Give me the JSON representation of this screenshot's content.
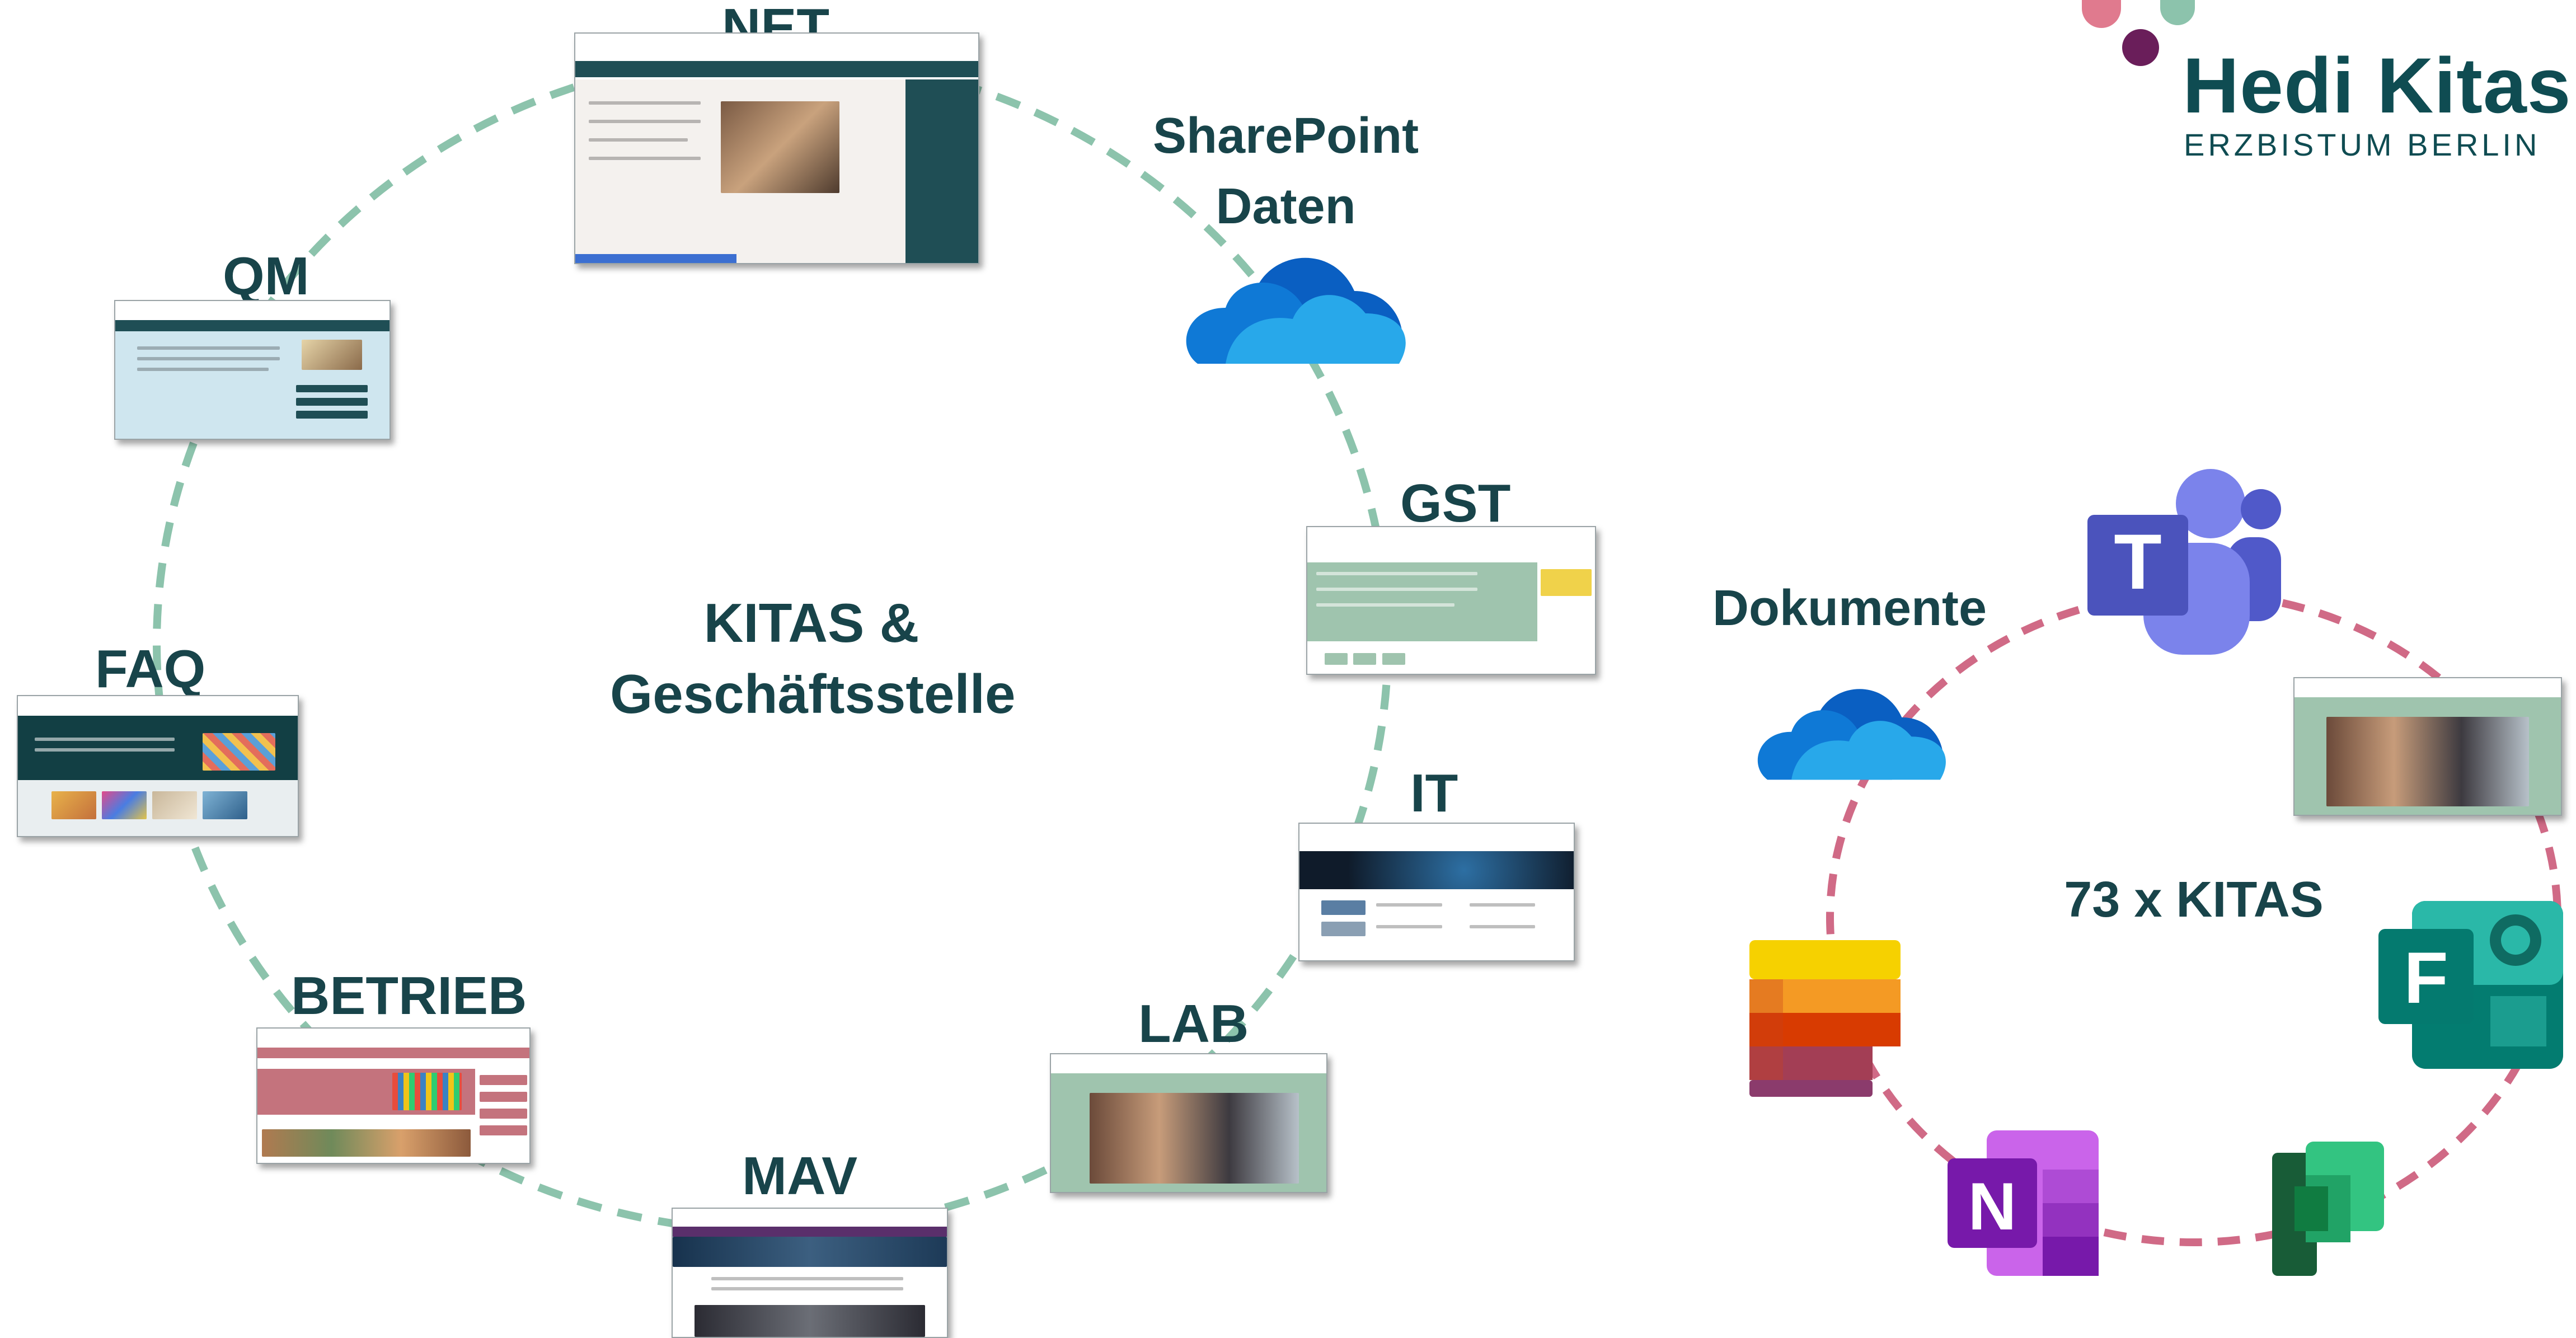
{
  "logo": {
    "title": "Hedi Kitas",
    "subtitle": "ERZBISTUM BERLIN",
    "dot_colors": [
      "#e07a8e",
      "#8cc3ac",
      "#6a1e5a"
    ]
  },
  "left_cycle": {
    "center_line1": "KITAS &",
    "center_line2": "Geschäftsstelle",
    "ring_color": "#8cc3ac",
    "sites": [
      {
        "label": "NET",
        "theme": "#1f4e55"
      },
      {
        "label": "QM",
        "theme": "#cfe6ef"
      },
      {
        "label": "FAQ",
        "theme": "#123f44"
      },
      {
        "label": "BETRIEB",
        "theme": "#c4737d"
      },
      {
        "label": "MAV",
        "theme": "#5a2f6b"
      },
      {
        "label": "LAB",
        "theme": "#9fc4ae"
      },
      {
        "label": "IT",
        "theme": "#0f1b2a"
      },
      {
        "label": "GST",
        "theme": "#9fc4ae"
      }
    ],
    "cloud_label_line1": "SharePoint",
    "cloud_label_line2": "Daten",
    "cloud_icon": "onedrive-cloud-icon"
  },
  "right_cycle": {
    "center_text": "73 x KITAS",
    "ring_color": "#d06a86",
    "cloud_label": "Dokumente",
    "apps": [
      {
        "icon": "teams-icon",
        "letter": "T"
      },
      {
        "icon": "forms-icon",
        "letter": "F"
      },
      {
        "icon": "planner-icon"
      },
      {
        "icon": "onenote-icon",
        "letter": "N"
      },
      {
        "icon": "lists-icon"
      },
      {
        "icon": "onedrive-cloud-icon"
      }
    ]
  }
}
